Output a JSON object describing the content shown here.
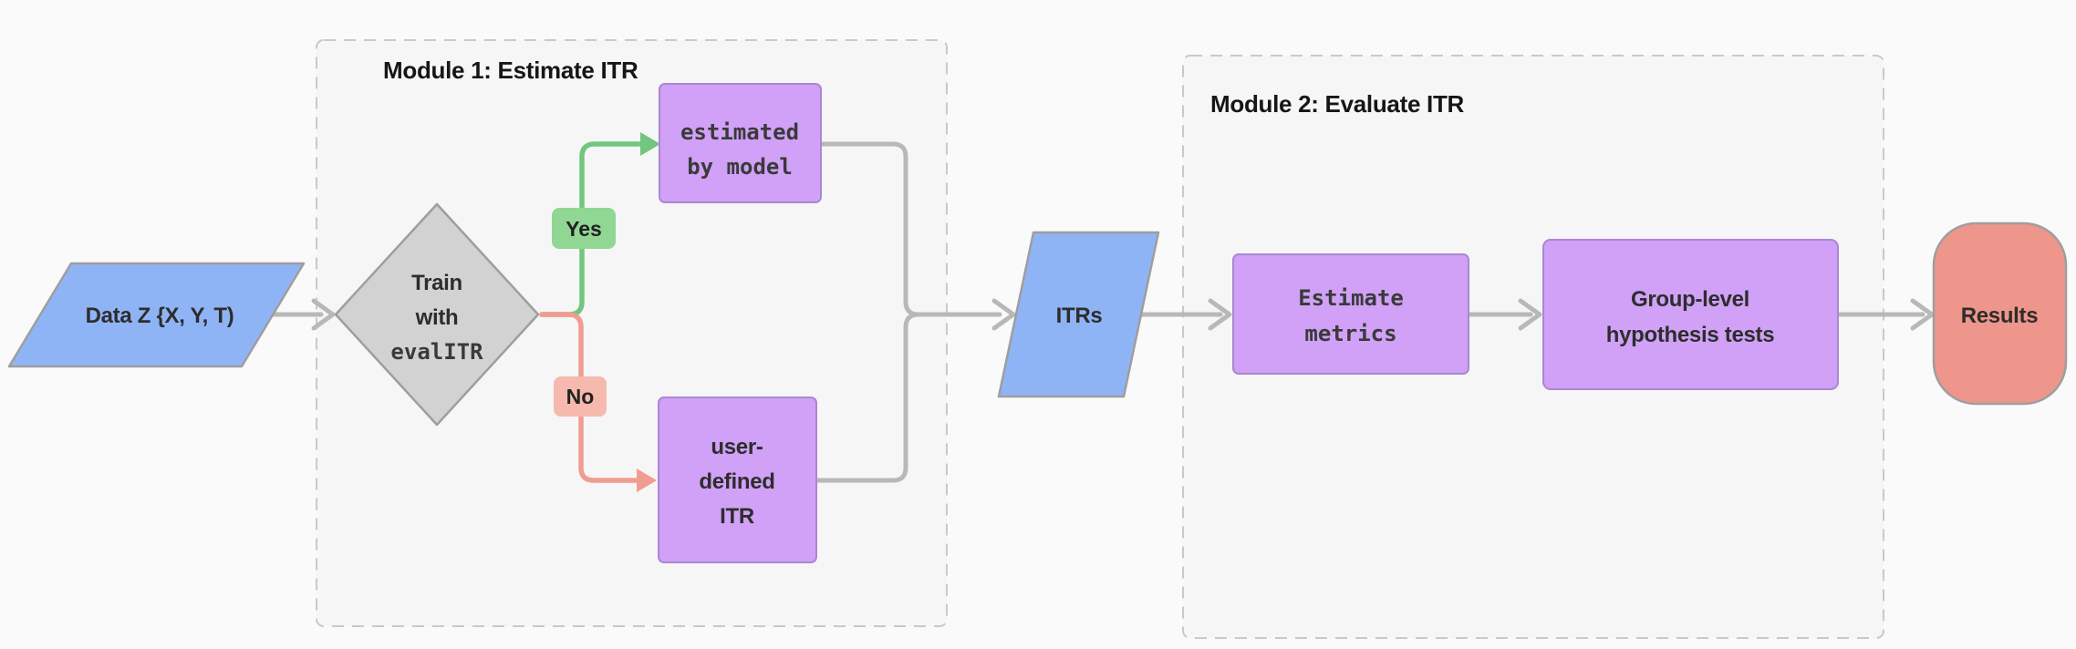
{
  "modules": {
    "module1": {
      "title": "Module 1: Estimate ITR"
    },
    "module2": {
      "title": "Module 2: Evaluate ITR"
    }
  },
  "nodes": {
    "data_input": {
      "label": "Data Z {X, Y, T)"
    },
    "train": {
      "line1": "Train",
      "line2": "with",
      "line3": "evalITR"
    },
    "estimated_by_model": {
      "line1": "estimated",
      "line2": "by model"
    },
    "user_defined_itr": {
      "line1": "user-",
      "line2": "defined",
      "line3": "ITR"
    },
    "itrs": {
      "label": "ITRs"
    },
    "estimate_metrics": {
      "line1": "Estimate",
      "line2": "metrics"
    },
    "group_tests": {
      "line1": "Group-level",
      "line2": "hypothesis tests"
    },
    "results": {
      "label": "Results"
    }
  },
  "edges": {
    "yes_label": "Yes",
    "no_label": "No"
  },
  "colors": {
    "node_blue": "#8fb4f6",
    "node_purple": "#d0a1f6",
    "node_gray": "#d2d2d2",
    "node_red": "#ee968b",
    "badge_green": "#90d793",
    "badge_salmon": "#f6b9ae",
    "edge_green": "#72c67e",
    "edge_salmon": "#f19c90",
    "edge_gray": "#b8b8b8"
  }
}
